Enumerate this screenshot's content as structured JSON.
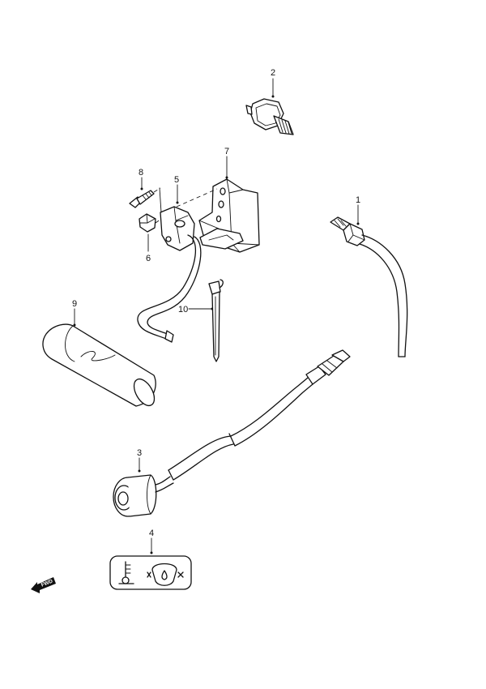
{
  "callouts": {
    "p1": "1",
    "p2": "2",
    "p3": "3",
    "p4": "4",
    "p5": "5",
    "p6": "6",
    "p7": "7",
    "p8": "8",
    "p9": "9",
    "p10": "10"
  },
  "fwd_label": "FWD",
  "icons": {
    "temp": "thermometer-icon",
    "oil": "oil-can-icon"
  }
}
